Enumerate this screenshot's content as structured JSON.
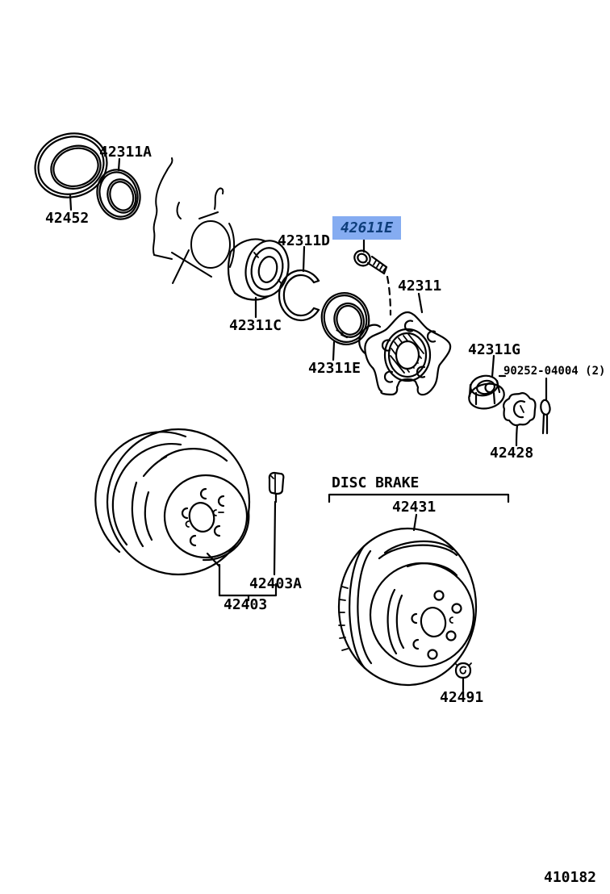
{
  "figure": {
    "number": "410182",
    "section_heading": "DISC BRAKE",
    "highlighted_part": "42611E",
    "colors": {
      "line": "#000000",
      "background": "#ffffff",
      "highlight_background": "#85acf1",
      "highlight_text": "#0d3d7a"
    }
  },
  "labels": {
    "bearing_inner_seal": "42311A",
    "oil_seal": "42452",
    "hub_bolt": "42611E",
    "snap_ring": "42311D",
    "rear_axle_bearing": "42311C",
    "axle_hub": "42311",
    "hub_seal": "42311E",
    "lock_nut": "42311G",
    "cotter_pin": "90252-04004 (2)",
    "lock_nut_cap": "42428",
    "disc_brake_heading": "DISC BRAKE",
    "brake_disc": "42431",
    "drum_clip": "42403A",
    "brake_drum": "42403",
    "disc_nut": "42491",
    "figure_number": "410182"
  }
}
